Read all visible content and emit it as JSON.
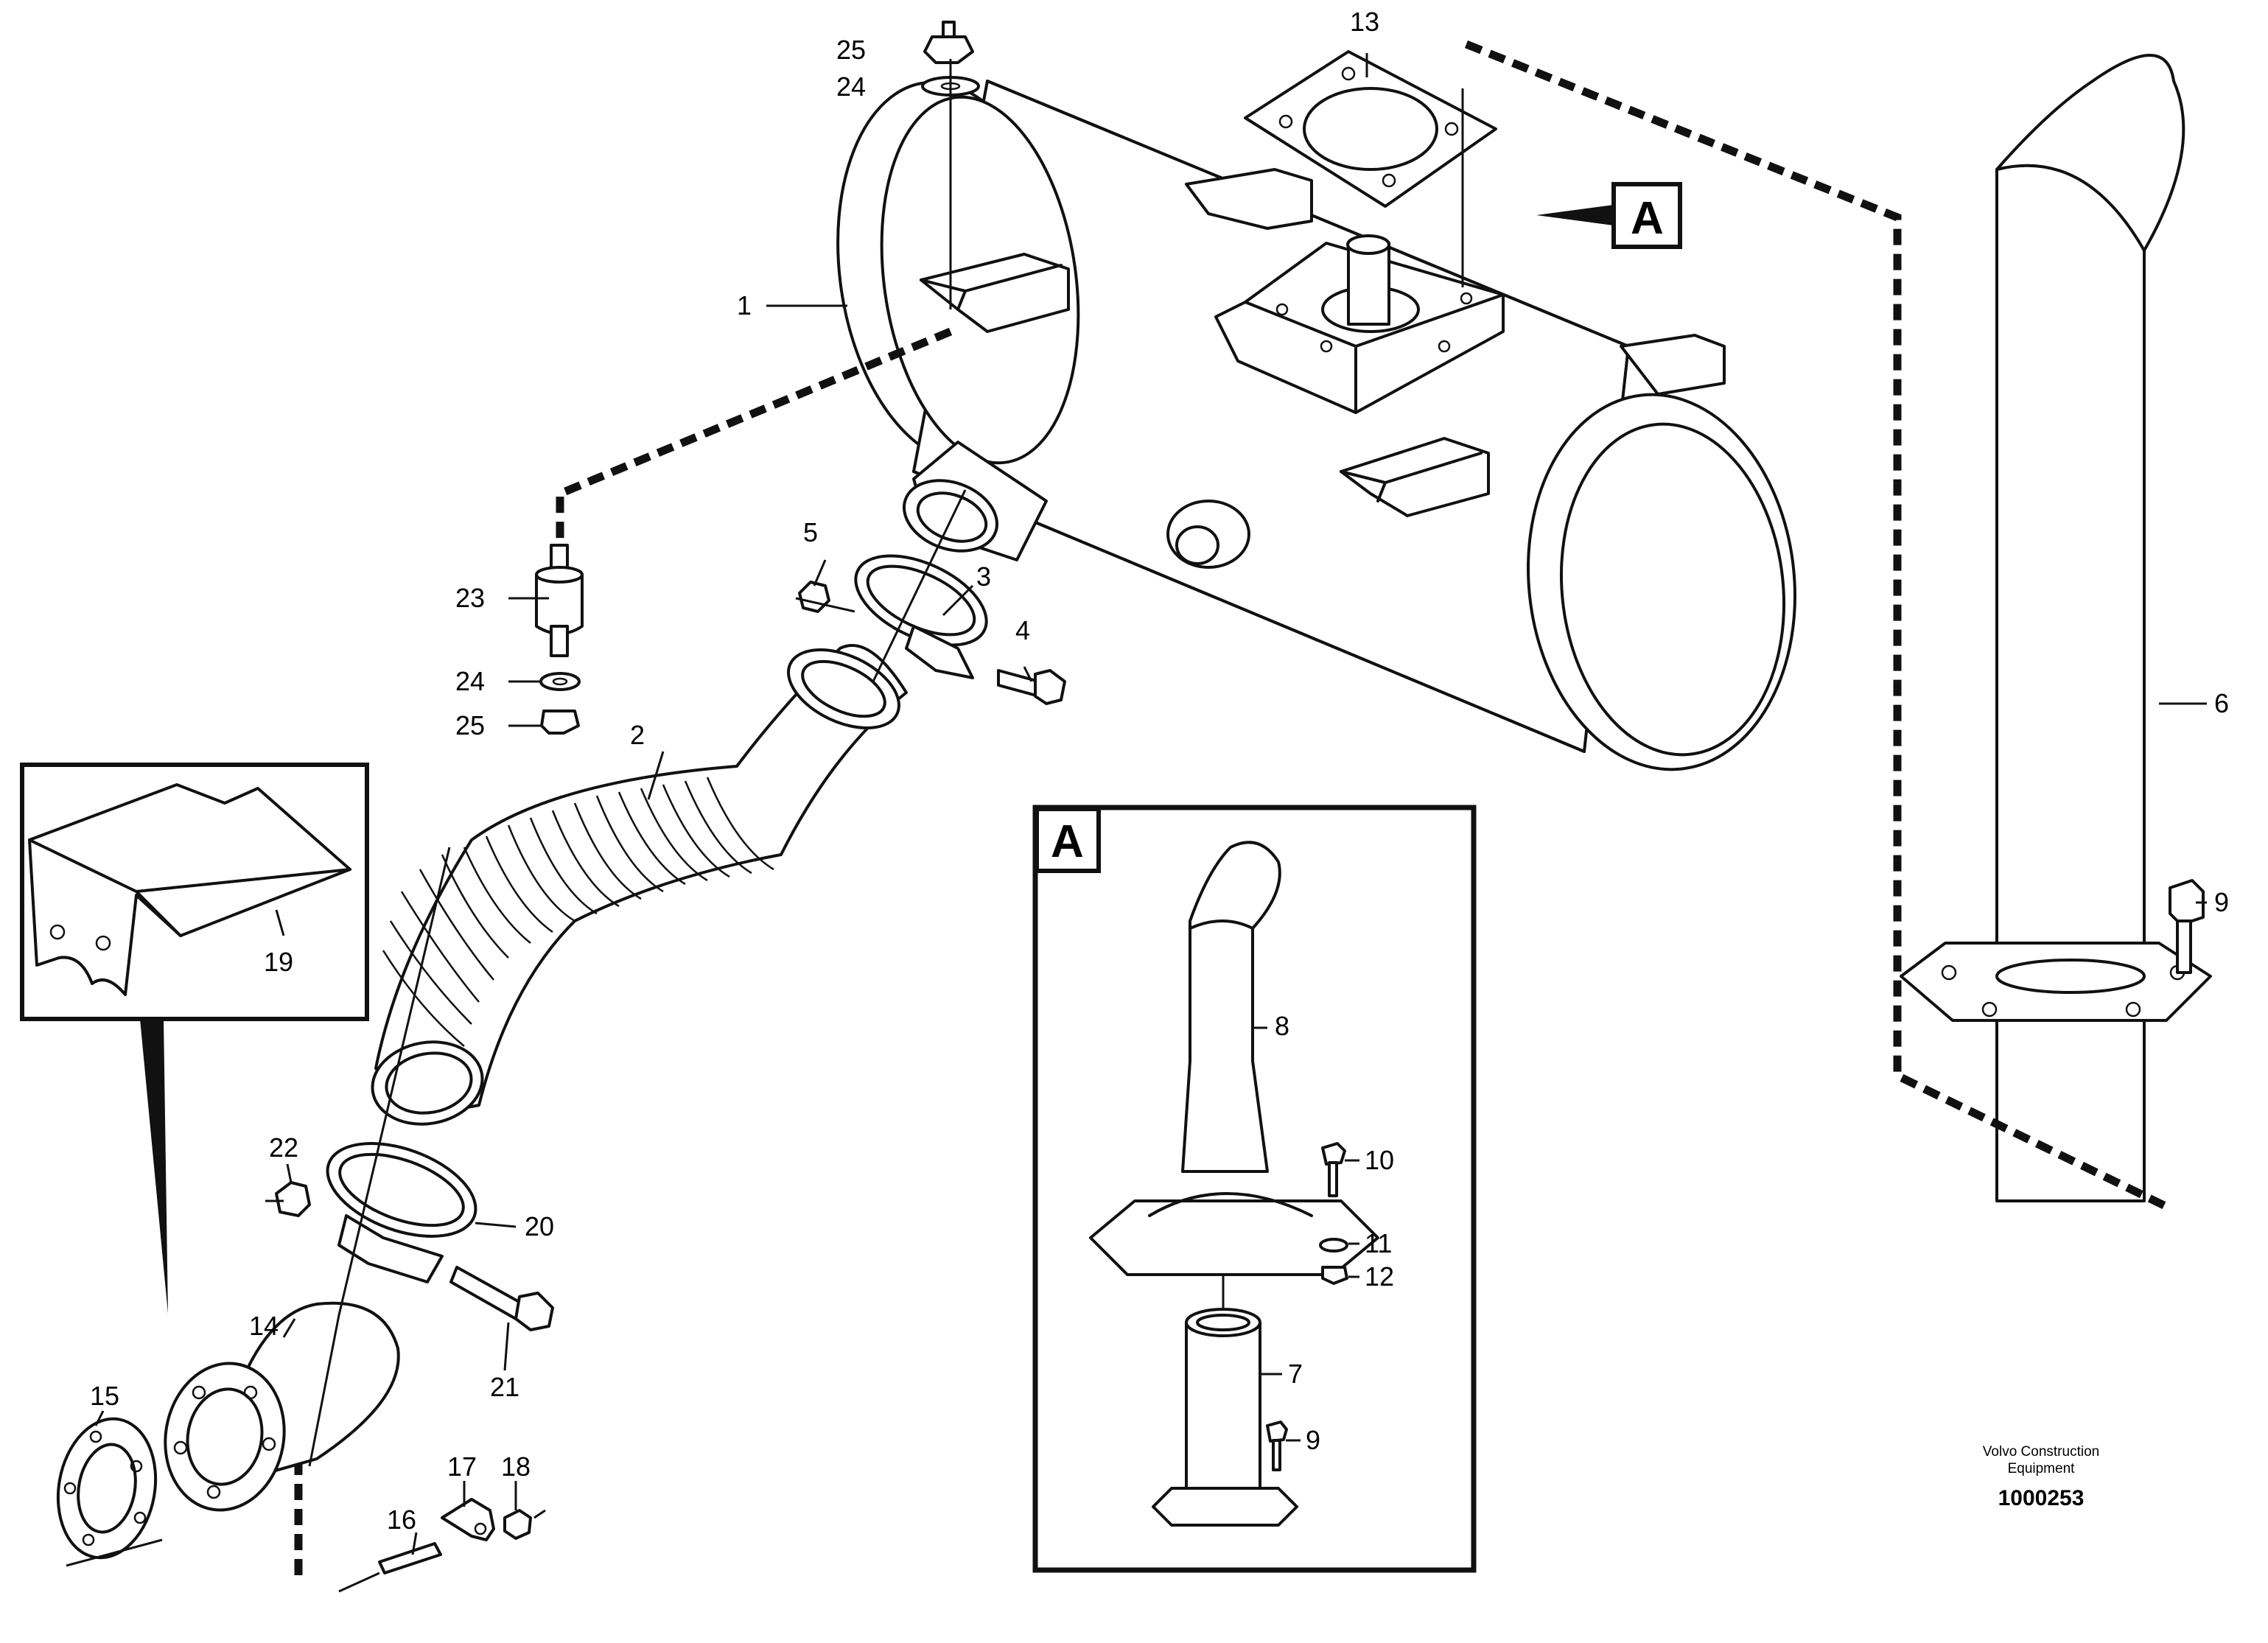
{
  "callouts": {
    "c1": "1",
    "c2": "2",
    "c3": "3",
    "c4": "4",
    "c5": "5",
    "c6": "6",
    "c7": "7",
    "c8": "8",
    "c9a": "9",
    "c9b": "9",
    "c10": "10",
    "c11": "11",
    "c12": "12",
    "c13": "13",
    "c14": "14",
    "c15": "15",
    "c16": "16",
    "c17": "17",
    "c18": "18",
    "c19": "19",
    "c20": "20",
    "c21": "21",
    "c22": "22",
    "c23": "23",
    "c24a": "24",
    "c24b": "24",
    "c25a": "25",
    "c25b": "25"
  },
  "view_labels": {
    "ref_tag": "A",
    "detail_tag": "A"
  },
  "footer": {
    "company_line1": "Volvo Construction",
    "company_line2": "Equipment",
    "document_number": "1000253"
  }
}
